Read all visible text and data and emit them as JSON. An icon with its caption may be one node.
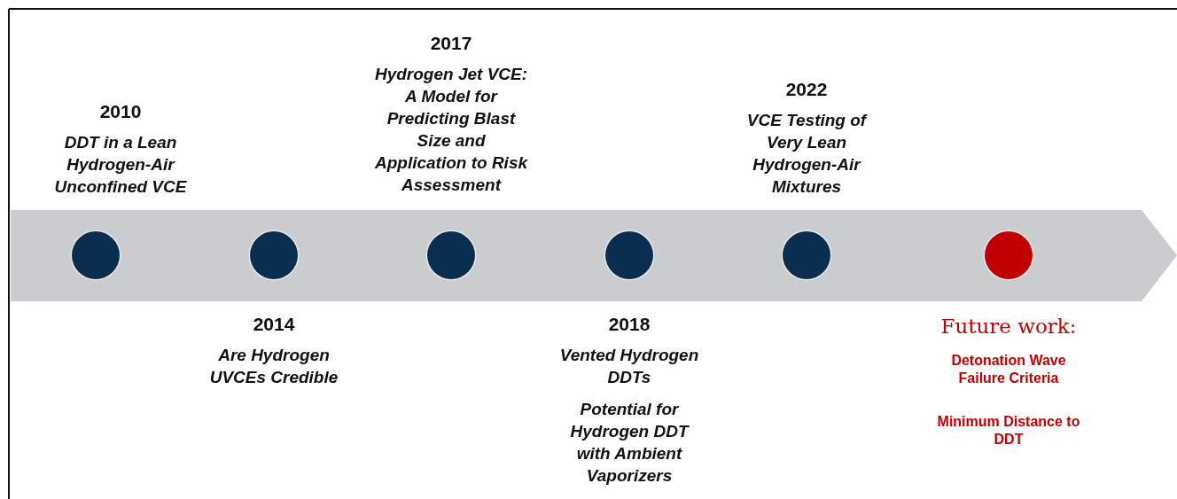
{
  "diagram": {
    "nodes": [
      {
        "text": [],
        "shape": "circle",
        "beside": [
          "2010",
          "DDT in a Lean Hydrogen-Air Unconfined VCE"
        ]
      },
      {
        "text": [],
        "shape": "circle",
        "beside": [
          "2014",
          "Are Hydrogen UVCEs Credible"
        ]
      },
      {
        "text": [],
        "shape": "circle",
        "beside": [
          "2017",
          "Hydrogen Jet VCE: A Model for Predicting Blast Size and Application to Risk Assessment"
        ]
      },
      {
        "text": [],
        "shape": "circle",
        "beside": [
          "2018",
          "Vented Hydrogen DDTs",
          "Potential for Hydrogen DDT with Ambient Vaporizers"
        ]
      },
      {
        "text": [],
        "shape": "circle",
        "beside": [
          "2022",
          "VCE Testing of Very Lean Hydrogen-Air Mixtures"
        ]
      },
      {
        "text": [],
        "shape": "circle",
        "beside": [
          "Future work:",
          "Detonation Wave Failure Criteria",
          "Minimum Distance to DDT"
        ]
      }
    ]
  }
}
